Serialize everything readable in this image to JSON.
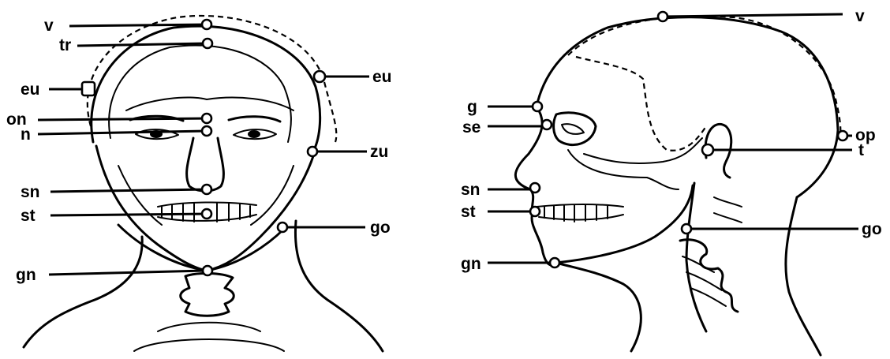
{
  "front_view": {
    "labels": {
      "v": "v",
      "tr": "tr",
      "eu_left": "eu",
      "eu_right": "eu",
      "on": "on",
      "n": "n",
      "zu": "zu",
      "sn": "sn",
      "st": "st",
      "go": "go",
      "gn": "gn"
    }
  },
  "side_view": {
    "labels": {
      "v": "v",
      "g": "g",
      "se": "se",
      "op": "op",
      "t": "t",
      "sn": "sn",
      "st": "st",
      "go": "go",
      "gn": "gn"
    }
  }
}
